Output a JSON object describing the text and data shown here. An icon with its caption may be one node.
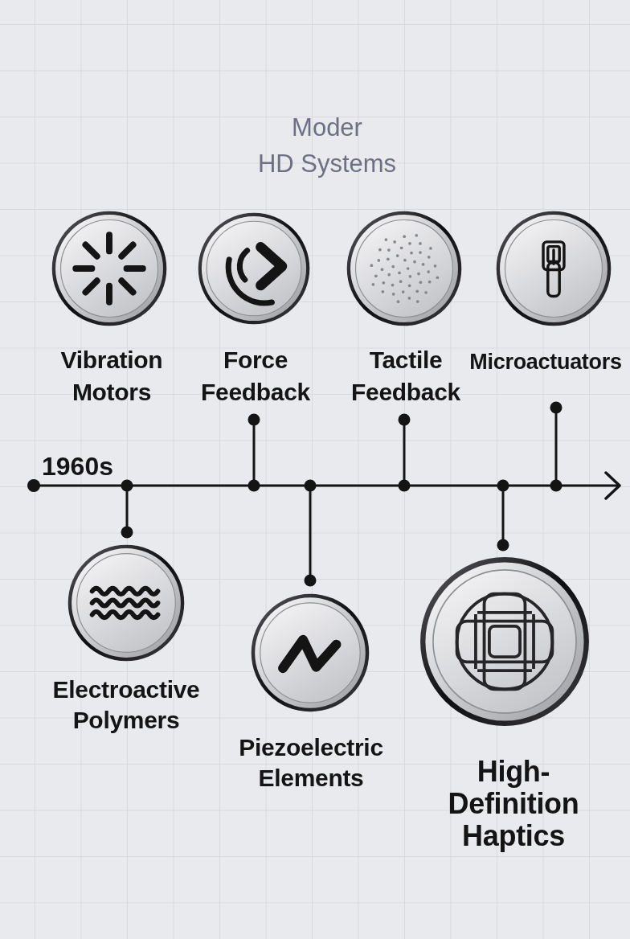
{
  "diagram": {
    "title": "Moder HD Systems",
    "nodes": [
      {
        "text": [
          "Vibration Motors"
        ]
      },
      {
        "text": [
          "Force Feedback"
        ]
      },
      {
        "text": [
          "Tactile Feedback"
        ]
      },
      {
        "text": [
          "Microactuators"
        ]
      },
      {
        "text": [
          "Electroactive Polymers"
        ]
      },
      {
        "text": [
          "Piezoelectric Elements"
        ]
      },
      {
        "text": [
          "High-Definition Haptics"
        ]
      }
    ],
    "edges": [
      {
        "from": null,
        "to": 1,
        "arrow": "other"
      },
      {
        "from": null,
        "to": 2,
        "arrow": "other"
      },
      {
        "from": null,
        "to": 3,
        "arrow": "other"
      },
      {
        "from": null,
        "to": 4,
        "arrow": "other"
      },
      {
        "from": null,
        "to": 5,
        "arrow": "other"
      },
      {
        "from": null,
        "to": 6,
        "arrow": "other"
      }
    ],
    "labels": [
      "1960s"
    ]
  }
}
